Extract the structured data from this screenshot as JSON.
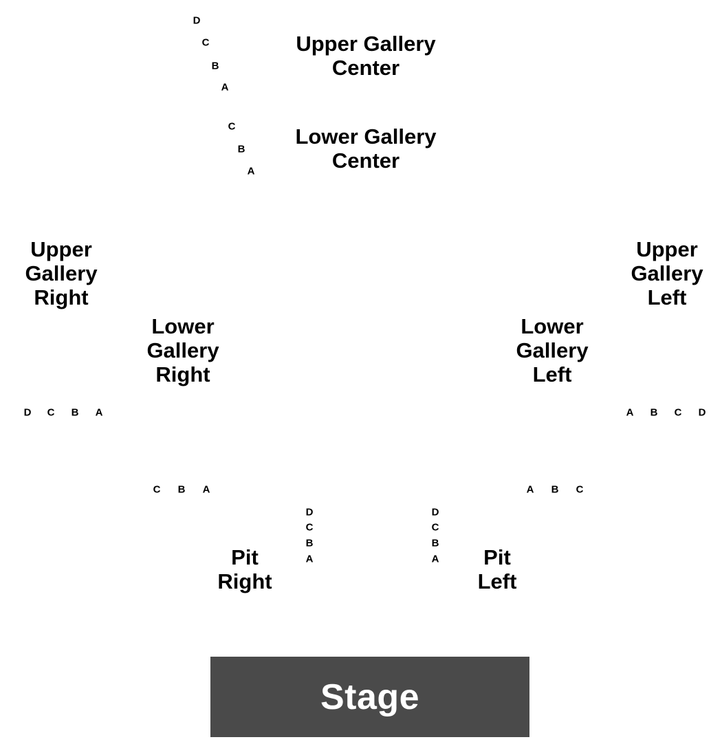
{
  "colors": {
    "background": "#ffffff",
    "text": "#000000",
    "stage_fill": "#4a4a4a",
    "stage_text": "#ffffff"
  },
  "stage": {
    "label": "Stage"
  },
  "sections": {
    "upper_gallery_center": {
      "line1": "Upper Gallery",
      "line2": "Center",
      "rows": [
        "D",
        "C",
        "B",
        "A"
      ]
    },
    "lower_gallery_center": {
      "line1": "Lower Gallery",
      "line2": "Center",
      "rows": [
        "C",
        "B",
        "A"
      ]
    },
    "upper_gallery_right": {
      "line1": "Upper",
      "line2": "Gallery",
      "line3": "Right",
      "rows": [
        "D",
        "C",
        "B",
        "A"
      ]
    },
    "upper_gallery_left": {
      "line1": "Upper",
      "line2": "Gallery",
      "line3": "Left",
      "rows": [
        "A",
        "B",
        "C",
        "D"
      ]
    },
    "lower_gallery_right": {
      "line1": "Lower",
      "line2": "Gallery",
      "line3": "Right",
      "rows": [
        "C",
        "B",
        "A"
      ]
    },
    "lower_gallery_left": {
      "line1": "Lower",
      "line2": "Gallery",
      "line3": "Left",
      "rows": [
        "A",
        "B",
        "C"
      ]
    },
    "pit_right": {
      "line1": "Pit",
      "line2": "Right",
      "rows": [
        "D",
        "C",
        "B",
        "A"
      ]
    },
    "pit_left": {
      "line1": "Pit",
      "line2": "Left",
      "rows": [
        "D",
        "C",
        "B",
        "A"
      ]
    }
  }
}
